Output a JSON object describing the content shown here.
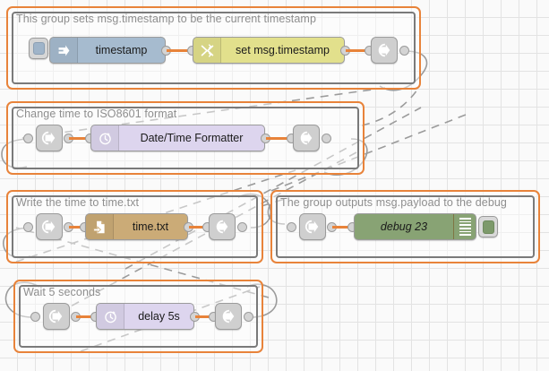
{
  "app": {
    "name": "Node-RED flow editor",
    "canvas_background": "#fafafa",
    "grid_color": "#e3e3e3"
  },
  "palette": {
    "group_border": "#e8833a",
    "group_inner_border": "#7a7a7a",
    "wire_color": "#e8833a",
    "link_wire_color": "#9b9b9b",
    "inject": "#a6bbcf",
    "change": "#e2e08c",
    "function": "#ddd5ee",
    "file": "#cbab77",
    "debug": "#88a374",
    "link_node": "#cfcfcf"
  },
  "groups": [
    {
      "id": "group-1",
      "label": "This group sets msg.timestamp to be the current timestamp",
      "nodes": [
        {
          "id": "inject-timestamp",
          "type": "inject",
          "label": "timestamp",
          "icon": "inject-arrow-icon",
          "has_button": true
        },
        {
          "id": "change-set-timestamp",
          "type": "change",
          "label": "set msg.timestamp",
          "icon": "change-swap-icon"
        },
        {
          "id": "link-out-1",
          "type": "link-out",
          "label": "",
          "icon": "link-out-icon"
        }
      ]
    },
    {
      "id": "group-2",
      "label": "Change time to ISO8601 format",
      "nodes": [
        {
          "id": "link-in-2",
          "type": "link-in",
          "label": "",
          "icon": "link-in-icon"
        },
        {
          "id": "function-datetime",
          "type": "function",
          "label": "Date/Time Formatter",
          "icon": "clock-icon"
        },
        {
          "id": "link-out-2",
          "type": "link-out",
          "label": "",
          "icon": "link-out-icon"
        }
      ]
    },
    {
      "id": "group-3",
      "label": "Write the time to time.txt",
      "nodes": [
        {
          "id": "link-in-3",
          "type": "link-in",
          "label": "",
          "icon": "link-in-icon"
        },
        {
          "id": "file-timetxt",
          "type": "file",
          "label": "time.txt",
          "icon": "file-write-icon"
        },
        {
          "id": "link-out-3",
          "type": "link-out",
          "label": "",
          "icon": "link-out-icon"
        }
      ]
    },
    {
      "id": "group-4",
      "label": "The group outputs msg.payload to the debug",
      "nodes": [
        {
          "id": "link-in-4",
          "type": "link-in",
          "label": "",
          "icon": "link-in-icon"
        },
        {
          "id": "debug-23",
          "type": "debug",
          "label": "debug 23",
          "icon": "debug-bars-icon",
          "has_button": true
        }
      ]
    },
    {
      "id": "group-5",
      "label": "Wait 5 seconds",
      "nodes": [
        {
          "id": "link-in-5",
          "type": "link-in",
          "label": "",
          "icon": "link-in-icon"
        },
        {
          "id": "delay-5s",
          "type": "delay",
          "label": "delay 5s",
          "icon": "clock-icon"
        },
        {
          "id": "link-out-5",
          "type": "link-out",
          "label": "",
          "icon": "link-out-icon"
        }
      ]
    }
  ]
}
